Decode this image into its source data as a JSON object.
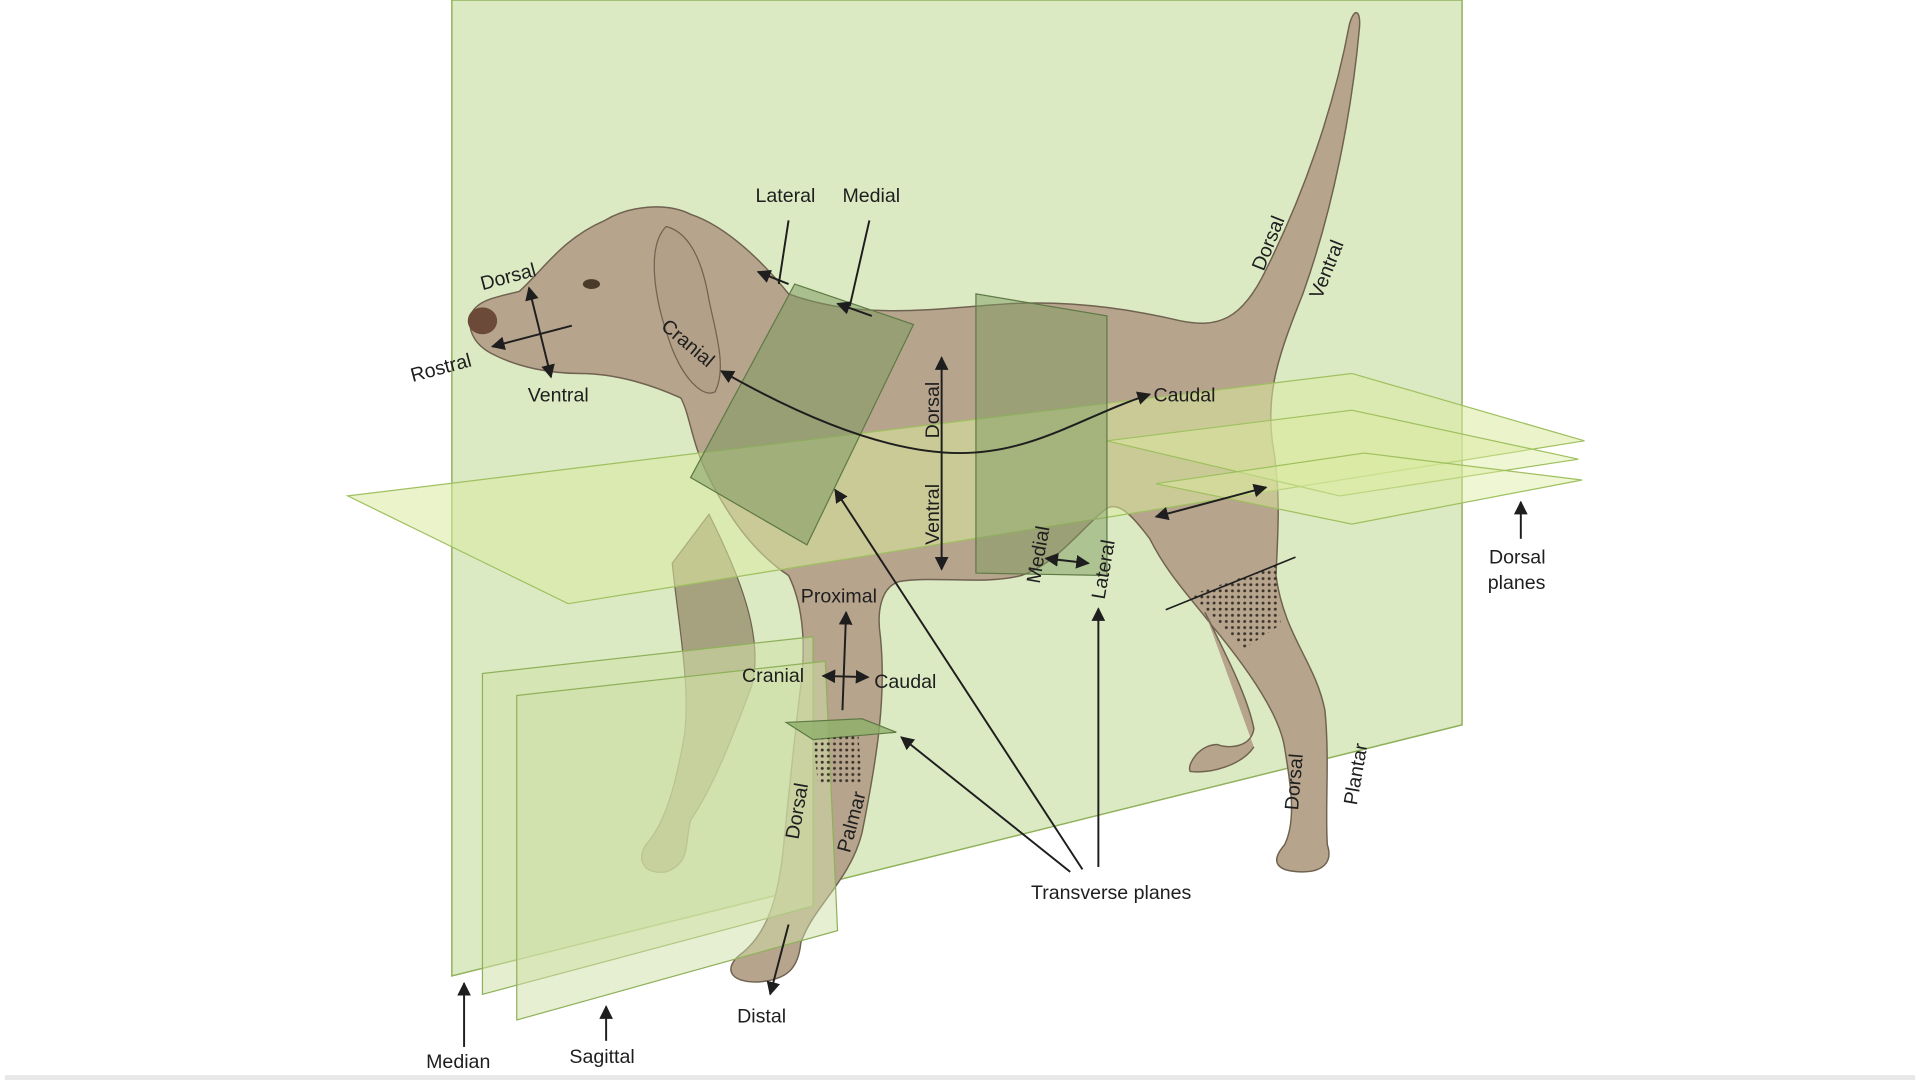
{
  "colors": {
    "plane_fill": "#d6e6b8",
    "plane_stroke": "#8fb15a",
    "dorsal_plane_fill": "#dbeaa0",
    "transverse_fill": "#7f9b62",
    "dog_fill": "#b7a48d",
    "dog_stroke": "#6f6250"
  },
  "labels": {
    "head_dorsal": "Dorsal",
    "head_ventral": "Ventral",
    "rostral": "Rostral",
    "lateral_top": "Lateral",
    "medial_top": "Medial",
    "cranial_neck": "Cranial",
    "body_dorsal": "Dorsal",
    "body_ventral": "Ventral",
    "caudal_body": "Caudal",
    "tail_dorsal": "Dorsal",
    "tail_ventral": "Ventral",
    "medial_leg": "Medial",
    "lateral_leg": "Lateral",
    "proximal": "Proximal",
    "cranial_leg": "Cranial",
    "caudal_leg": "Caudal",
    "fore_dorsal": "Dorsal",
    "palmar": "Palmar",
    "hind_dorsal": "Dorsal",
    "plantar": "Plantar",
    "distal": "Distal",
    "transverse_planes": "Transverse planes",
    "dorsal_planes_1": "Dorsal",
    "dorsal_planes_2": "planes",
    "median": "Median",
    "sagittal": "Sagittal"
  }
}
